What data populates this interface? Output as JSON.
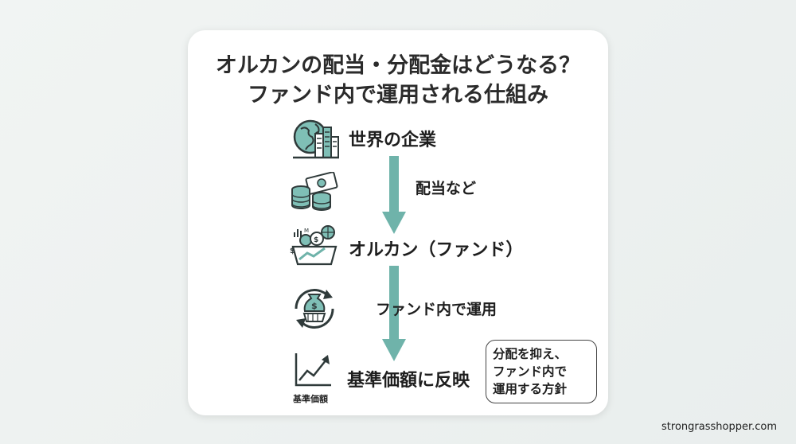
{
  "title": {
    "line1": "オルカンの配当・分配金はどうなる？",
    "line2": "ファンド内で運用される仕組み"
  },
  "steps": [
    {
      "label": "世界の企業",
      "icon": "globe-buildings-icon"
    },
    {
      "label": "",
      "icon": "money-coins-icon"
    },
    {
      "label": "オルカン（ファンド）",
      "icon": "fund-basket-icon"
    },
    {
      "label": "",
      "icon": "recycle-moneybag-icon"
    },
    {
      "label": "基準価額に反映",
      "icon": "rising-chart-icon"
    }
  ],
  "flow_labels": {
    "first": "配当など",
    "second": "ファンド内で運用"
  },
  "nav_icon_caption": "基準価額",
  "note": {
    "line1": "分配を抑え、",
    "line2": "ファンド内で",
    "line3": "運用する方針"
  },
  "colors": {
    "accent": "#6fb3aa",
    "icon_dark": "#2f3a3a",
    "icon_teal": "#7fbfb6"
  },
  "watermark": "strongrasshopper.com"
}
